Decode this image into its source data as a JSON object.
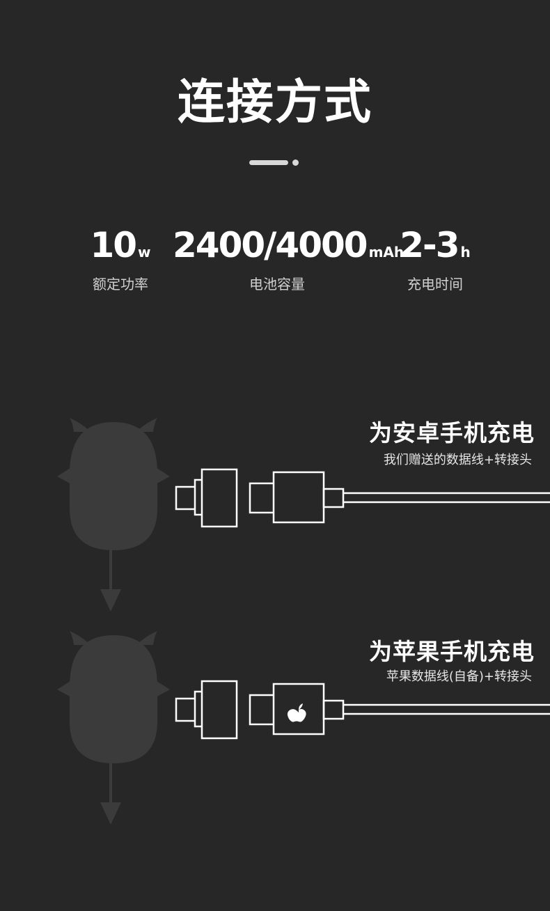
{
  "header": {
    "title": "连接方式"
  },
  "stats": [
    {
      "value": "10",
      "unit": "w",
      "caption": "额定功率"
    },
    {
      "value": "2400/4000",
      "unit": "mAh",
      "caption": "电池容量"
    },
    {
      "value": "2-3",
      "unit": "h",
      "caption": "充电时间"
    }
  ],
  "sections": [
    {
      "title": "为安卓手机充电",
      "subtitle": "我们赠送的数据线+转接头",
      "connector_icon": "none"
    },
    {
      "title": "为苹果手机充电",
      "subtitle": "苹果数据线(自备)+转接头",
      "connector_icon": "apple-logo-icon"
    }
  ],
  "colors": {
    "background": "#272727",
    "mascot": "#3b3b3b",
    "line": "#ffffff"
  }
}
